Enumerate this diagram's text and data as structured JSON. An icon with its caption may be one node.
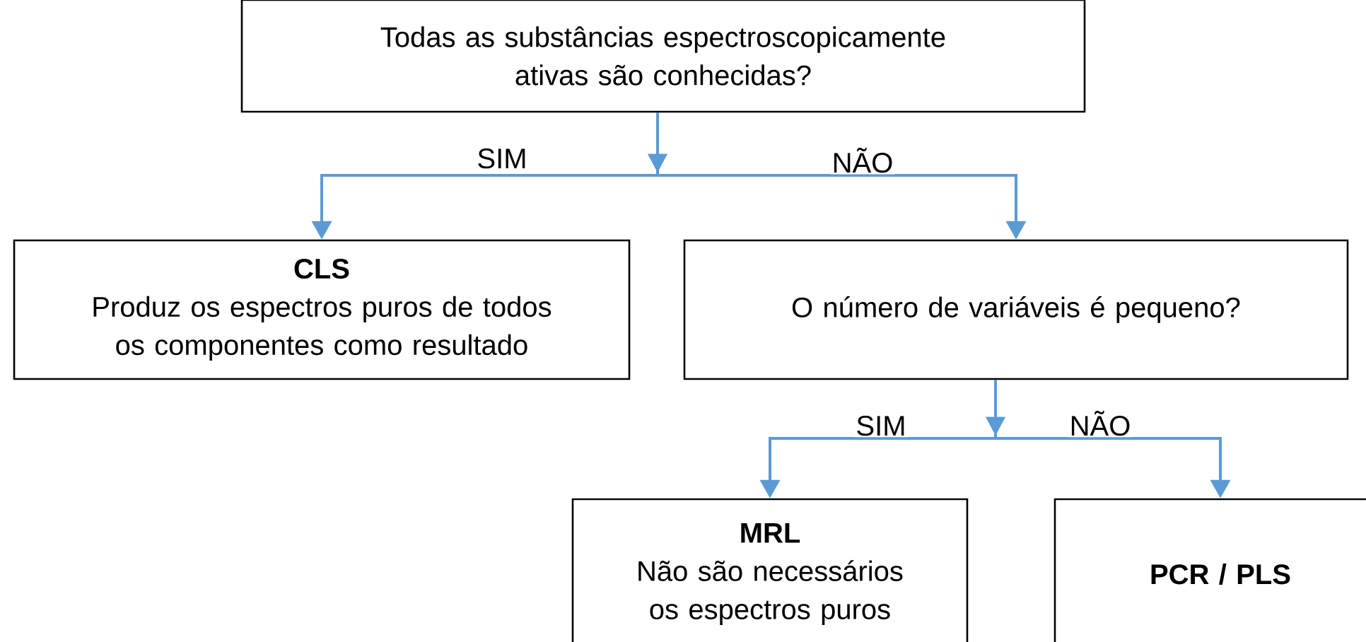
{
  "diagram": {
    "nodes": [
      {
        "text": [
          "Todas as substâncias espectroscopicamente ativas são conhecidas?"
        ]
      },
      {
        "text": [
          "CLS",
          "Produz os espectros puros de todos os componentes como resultado"
        ]
      },
      {
        "text": [
          "O número de variáveis é pequeno?"
        ]
      },
      {
        "text": [
          "MRL",
          "Não são necessários os espectros puros"
        ]
      },
      {
        "text": [
          "PCR / PLS"
        ]
      }
    ],
    "edges": [
      {
        "from": 0,
        "to": 1,
        "arrow": "to",
        "label": "SIM"
      },
      {
        "from": 0,
        "to": 2,
        "arrow": "to",
        "label": "NÃO"
      },
      {
        "from": 2,
        "to": 3,
        "arrow": "to",
        "label": "SIM"
      },
      {
        "from": 2,
        "to": 4,
        "arrow": "to",
        "label": "NÃO"
      }
    ]
  }
}
